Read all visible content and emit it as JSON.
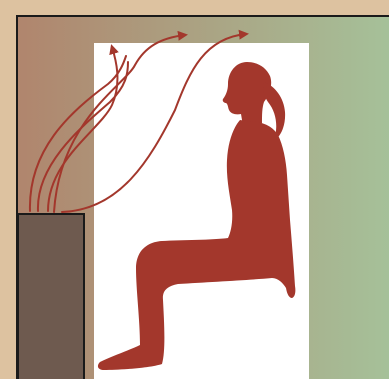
{
  "scene": {
    "colors": {
      "outer_background": "#ddc2a0",
      "room_gradient_warm": "#b0856d",
      "room_gradient_cool": "#a5c29a",
      "room_outline": "#1a1a1a",
      "seat_panel": "#ffffff",
      "figure": "#a3372c",
      "heater_box": "#6e5a4f",
      "heat_arrows": "#a3372c"
    },
    "icons": [
      "heater-box",
      "heat-flow-arrow",
      "seated-woman-silhouette"
    ],
    "heat_flow_arrow_count": 5
  }
}
